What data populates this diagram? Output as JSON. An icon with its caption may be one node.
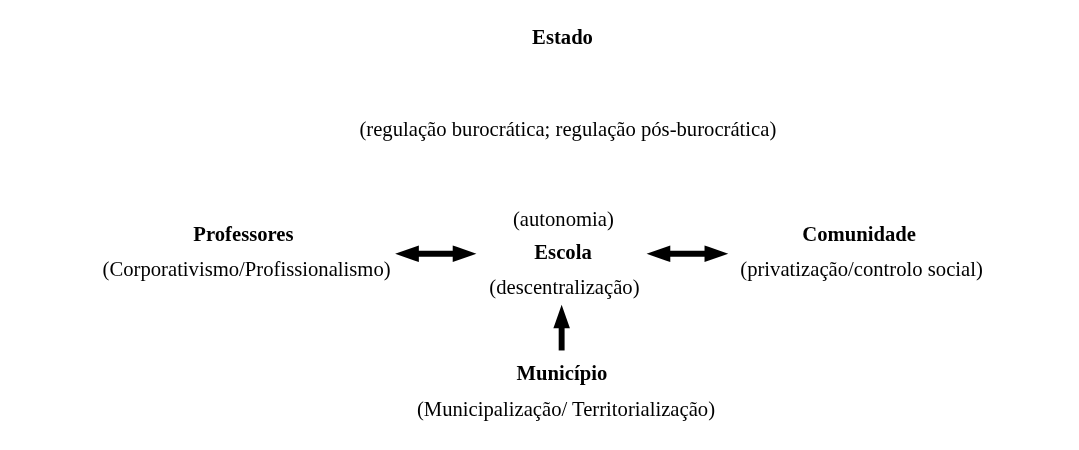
{
  "diagram": {
    "nodes": [
      {
        "text": [
          "Professores",
          "(Corporativismo/Profissionalismo)"
        ]
      },
      {
        "text": [
          "(autonomia)",
          "Escola",
          "(descentralização)"
        ]
      },
      {
        "text": [
          "Comunidade",
          "(privatização/controlo social)"
        ]
      },
      {
        "text": [
          "Município",
          "(Municipalização/ Territorialização)"
        ]
      }
    ],
    "edges": [
      {
        "from": 0,
        "to": 1,
        "arrow": "both"
      },
      {
        "from": 1,
        "to": 2,
        "arrow": "both"
      },
      {
        "from": 3,
        "to": 1,
        "arrow": "to"
      }
    ],
    "labels": [
      "Estado",
      "(regulação burocrática; regulação pós-burocrática)"
    ]
  }
}
